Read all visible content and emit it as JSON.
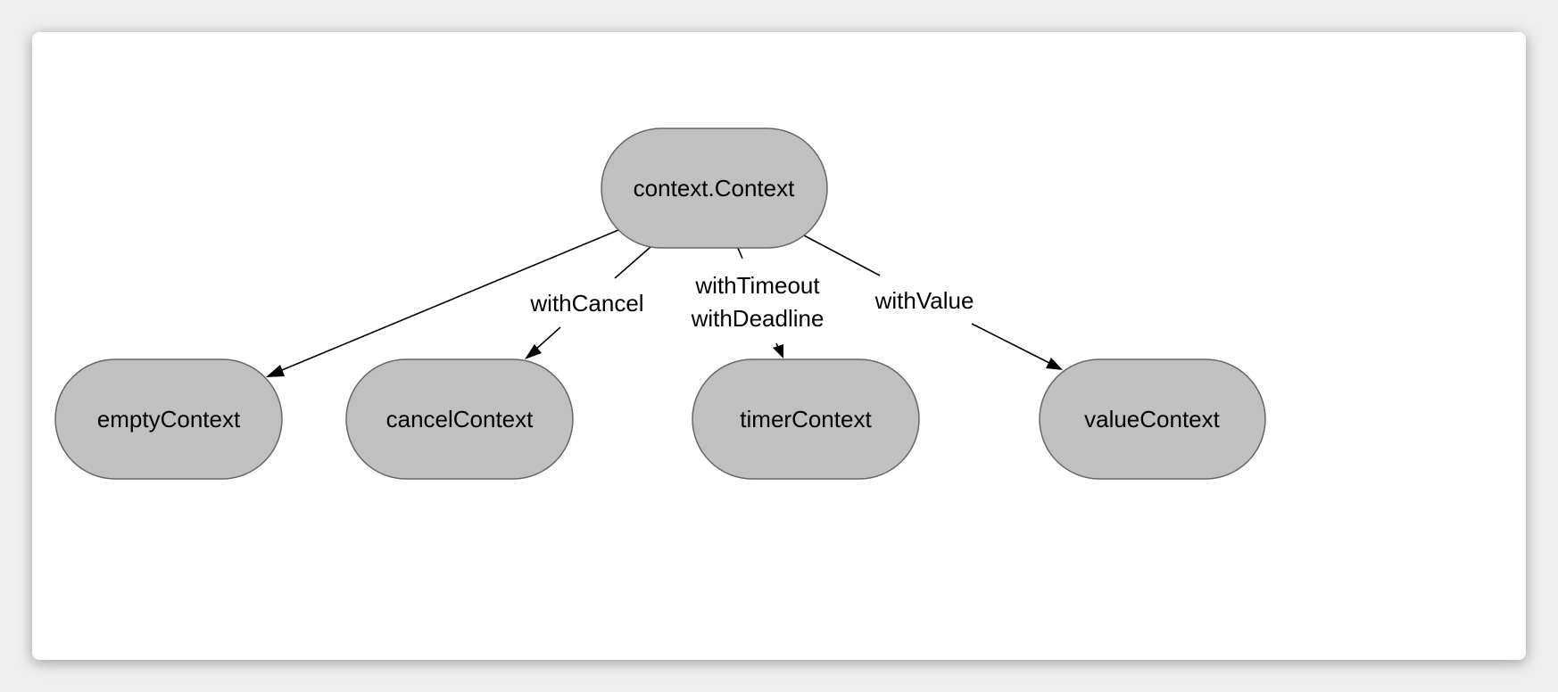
{
  "diagram": {
    "nodes": {
      "root": {
        "label": "context.Context"
      },
      "empty": {
        "label": "emptyContext"
      },
      "cancel": {
        "label": "cancelContext"
      },
      "timer": {
        "label": "timerContext"
      },
      "value": {
        "label": "valueContext"
      }
    },
    "edges": {
      "root_to_empty": {
        "label": ""
      },
      "root_to_cancel": {
        "label": "withCancel"
      },
      "root_to_timer": {
        "label_line1": "withTimeout",
        "label_line2": "withDeadline"
      },
      "root_to_value": {
        "label": "withValue"
      }
    },
    "colors": {
      "node_fill": "#c0c0c0",
      "node_stroke": "#666666",
      "edge": "#000000",
      "background": "#ffffff"
    }
  }
}
